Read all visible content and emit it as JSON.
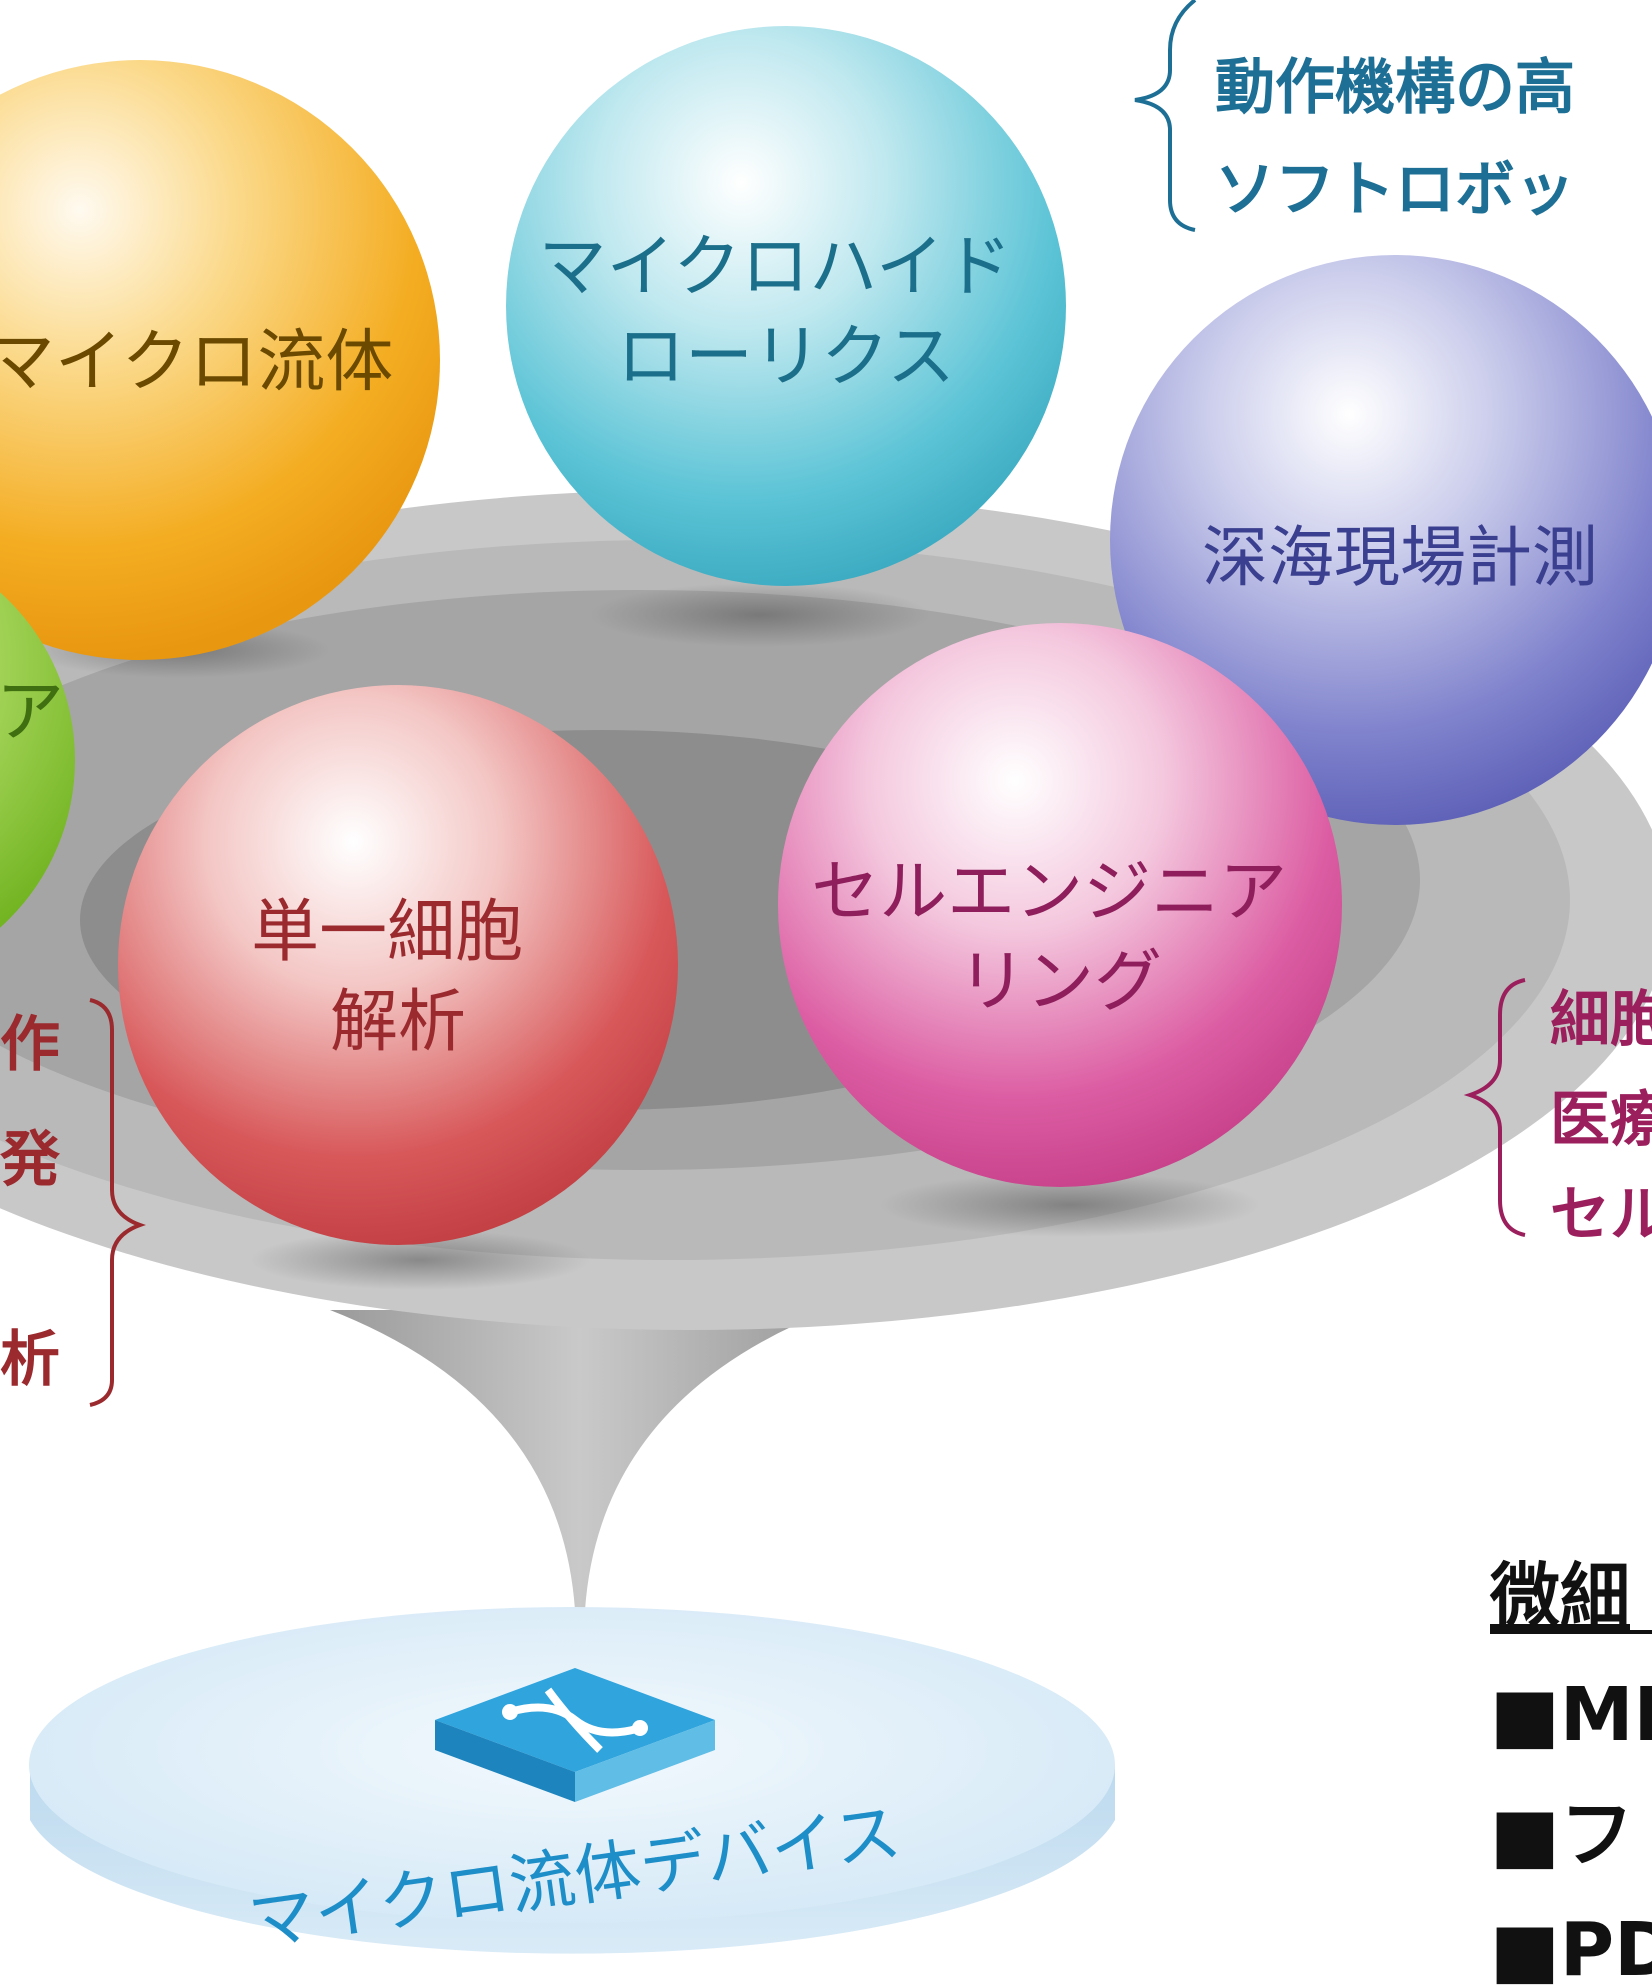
{
  "spheres": {
    "microfluidics": {
      "lines": [
        "マイクロ流体"
      ],
      "color": "#f3a51a",
      "text_color": "#6b4a00"
    },
    "hydraulics": {
      "lines": [
        "マイクロハイド",
        "ローリクス"
      ],
      "color": "#4fbfd4",
      "text_color": "#1c6f8a"
    },
    "deepsea": {
      "lines": [
        "深海現場計測"
      ],
      "color": "#6e71c4",
      "text_color": "#3a3f8f"
    },
    "green_partial": {
      "lines": [
        "ア"
      ],
      "color": "#7fc12c",
      "text_color": "#3f6f10"
    },
    "single_cell": {
      "lines": [
        "単一細胞",
        "解析"
      ],
      "color": "#d0464c",
      "text_color": "#9b2a2e"
    },
    "cell_eng": {
      "lines": [
        "セルエンジニア",
        "リング"
      ],
      "color": "#d8519a",
      "text_color": "#8e1f5c"
    }
  },
  "notes": {
    "hydraulics_note": {
      "lines": [
        "動作機構の高",
        "ソフトロボッ"
      ],
      "color": "#1d6f95"
    },
    "cell_eng_note": {
      "lines": [
        "細胞",
        "医療",
        "セル"
      ],
      "color": "#9b1f5c"
    },
    "single_cell_note": {
      "lines": [
        "作",
        "発",
        "析"
      ],
      "color": "#9b2a2e"
    }
  },
  "device": {
    "label": "マイクロ流体デバイス",
    "color": "#1e8ec9"
  },
  "processes": {
    "title": "微細",
    "items": [
      "■MI",
      "■フ",
      "■PD"
    ],
    "color": "#111111"
  }
}
